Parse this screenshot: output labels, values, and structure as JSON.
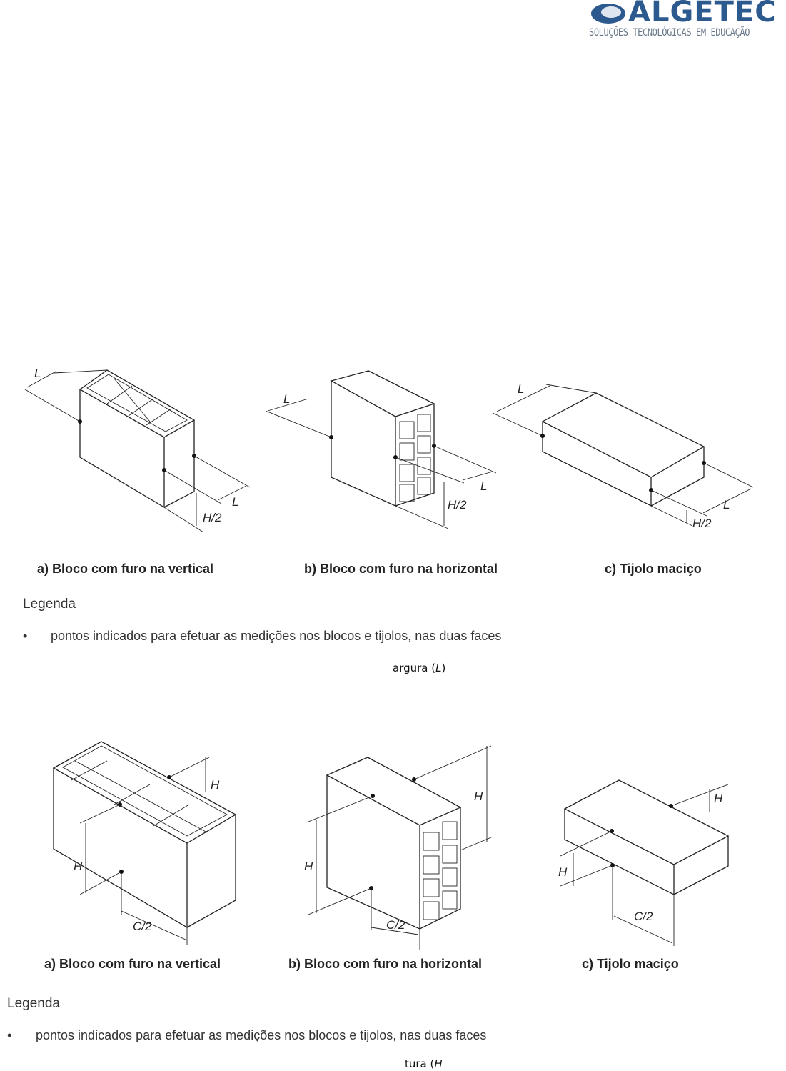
{
  "header": {
    "logo_word": "ALGETEC",
    "logo_tagline": "SOLUÇÕES TECNOLÓGICAS EM EDUCAÇÃO"
  },
  "figure1": {
    "dims": {
      "L": "L",
      "H2": "H/2"
    },
    "captions": [
      "a) Bloco com furo na vertical",
      "b) Bloco com furo na horizontal",
      "c) Tijolo maciço"
    ],
    "legend_title": "Legenda",
    "legend_bullet": "•",
    "legend_text": "pontos indicados para efetuar as medições nos blocos e tijolos, nas duas faces",
    "note_prefix": "argura (",
    "note_var": "L",
    "note_suffix": ")"
  },
  "figure2": {
    "dims": {
      "H": "H",
      "C2": "C/2"
    },
    "captions": [
      "a) Bloco com furo na vertical",
      "b) Bloco com furo na horizontal",
      "c) Tijolo maciço"
    ],
    "legend_title": "Legenda",
    "legend_bullet": "•",
    "legend_text": "pontos indicados para efetuar as medições nos blocos e tijolos, nas duas faces",
    "note_prefix": "tura (",
    "note_var": "H"
  }
}
